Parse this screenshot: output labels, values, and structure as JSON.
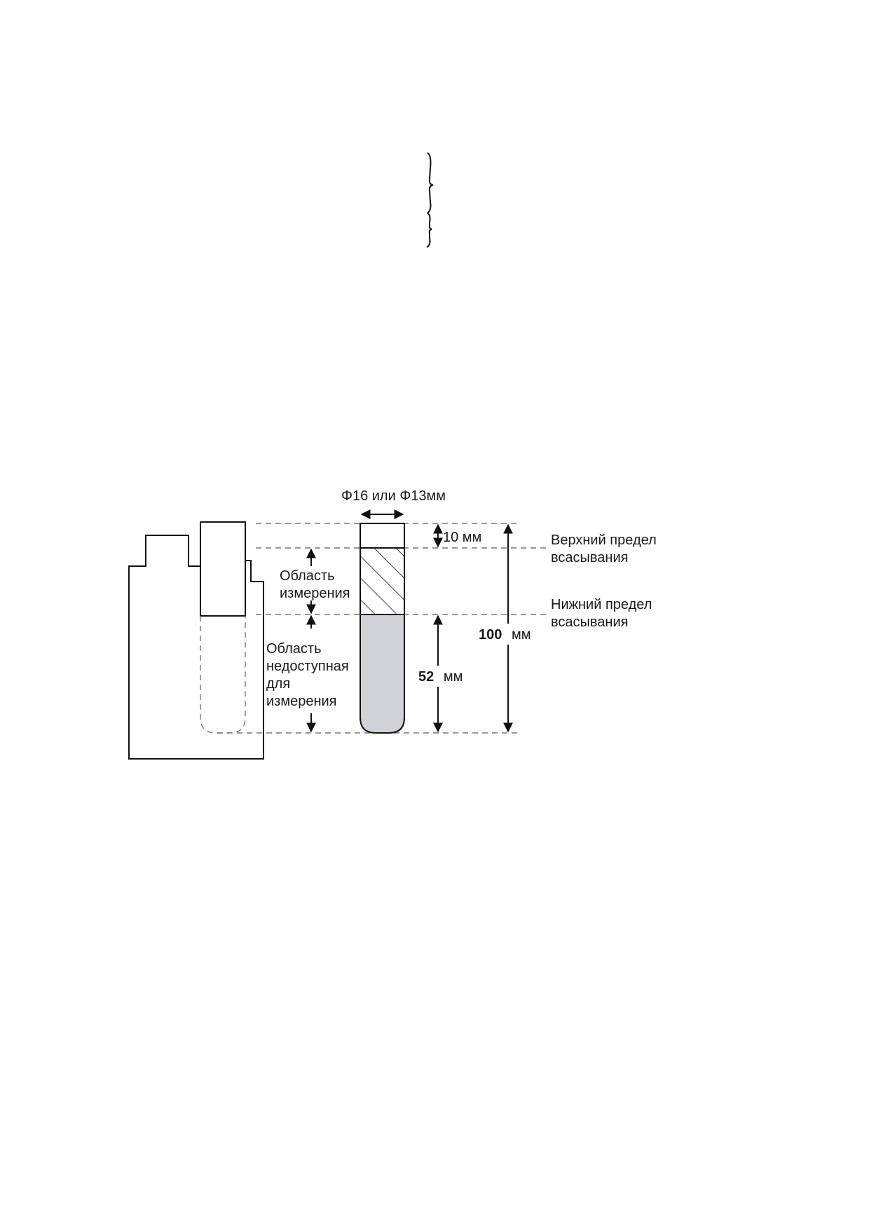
{
  "diagram": {
    "diameter_label": "Φ16 или Φ13мм",
    "top_gap_label": "10 мм",
    "upper_limit_label": [
      "Верхний предел",
      "всасывания"
    ],
    "lower_limit_label": [
      "Нижний предел",
      "всасывания"
    ],
    "measure_area_label": [
      "Область",
      "измерения"
    ],
    "unavailable_area_label": [
      "Область",
      "недоступная",
      "для",
      "измерения"
    ],
    "total_height_value": "100",
    "total_height_unit": "мм",
    "liquid_height_value": "52",
    "liquid_height_unit": "мм"
  },
  "colors": {
    "liquid": "#cfd2d6",
    "line": "#111111",
    "dashed": "#777777"
  }
}
